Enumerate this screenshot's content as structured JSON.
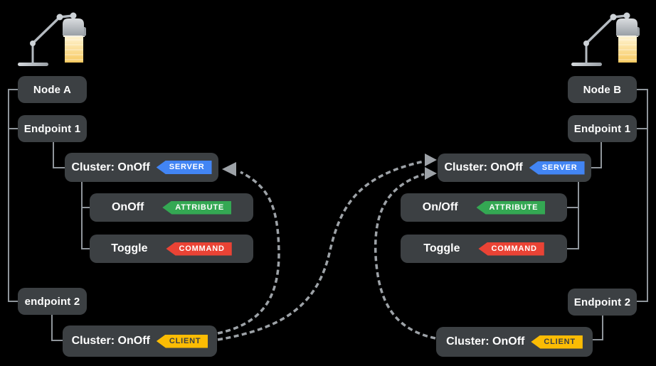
{
  "colors": {
    "background": "#000000",
    "box": "#3c4043",
    "box_text": "#ffffff",
    "connector_line": "#8f959b",
    "arrow": "#9da2a7",
    "server_badge": "#4285f4",
    "attribute_badge": "#34a853",
    "command_badge": "#ea4335",
    "client_badge": "#fbbc04",
    "client_badge_text": "#3c4043",
    "lamp_metal": "#b4bac0",
    "lamp_light": "#f7c95f"
  },
  "nodes": [
    {
      "title": "Node A",
      "endpoint1": {
        "label": "Endpoint 1",
        "cluster": {
          "label": "Cluster: OnOff",
          "badge": "SERVER"
        },
        "attribute": {
          "label": "OnOff",
          "badge": "ATTRIBUTE"
        },
        "command": {
          "label": "Toggle",
          "badge": "COMMAND"
        }
      },
      "endpoint2": {
        "label": "endpoint 2",
        "cluster": {
          "label": "Cluster: OnOff",
          "badge": "CLIENT"
        }
      }
    },
    {
      "title": "Node B",
      "endpoint1": {
        "label": "Endpoint 1",
        "cluster": {
          "label": "Cluster: OnOff",
          "badge": "SERVER"
        },
        "attribute": {
          "label": "On/Off",
          "badge": "ATTRIBUTE"
        },
        "command": {
          "label": "Toggle",
          "badge": "COMMAND"
        }
      },
      "endpoint2": {
        "label": "Endpoint 2",
        "cluster": {
          "label": "Cluster: OnOff",
          "badge": "CLIENT"
        }
      }
    }
  ],
  "connections": [
    {
      "from": "node-a-endpoint2-client",
      "to": "node-a-endpoint1-server",
      "style": "dashed-arrow"
    },
    {
      "from": "node-a-endpoint2-client",
      "to": "node-b-endpoint1-server",
      "style": "dashed-arrow"
    },
    {
      "from": "node-b-endpoint2-client",
      "to": "node-b-endpoint1-server",
      "style": "dashed-arrow"
    }
  ]
}
